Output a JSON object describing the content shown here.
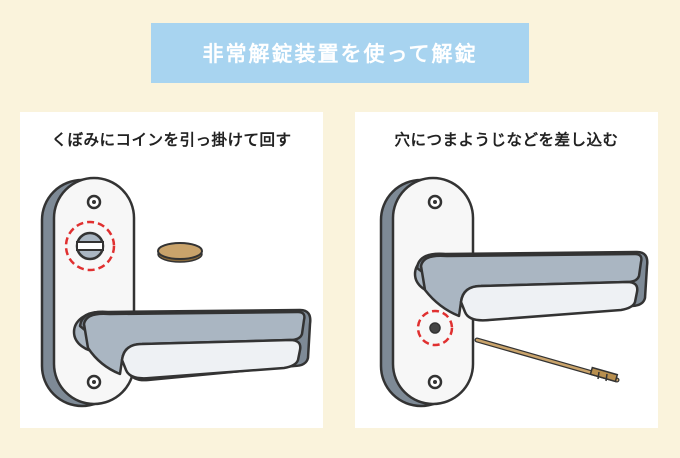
{
  "title": "非常解錠装置を使って解錠",
  "panels": [
    {
      "caption": "くぼみにコインを引っ掛けて回す",
      "icon": "door-lever-coin-slot-illustration",
      "highlight_color": "#e03030"
    },
    {
      "caption": "穴につまようじなどを差し込む",
      "icon": "door-lever-pinhole-toothpick-illustration",
      "highlight_color": "#e03030"
    }
  ],
  "colors": {
    "background": "#faf3dc",
    "banner": "#a8d4f0",
    "metal": "#aab6c2",
    "outline": "#333333",
    "coin": "#c9a36b",
    "toothpick": "#b88f4f"
  }
}
